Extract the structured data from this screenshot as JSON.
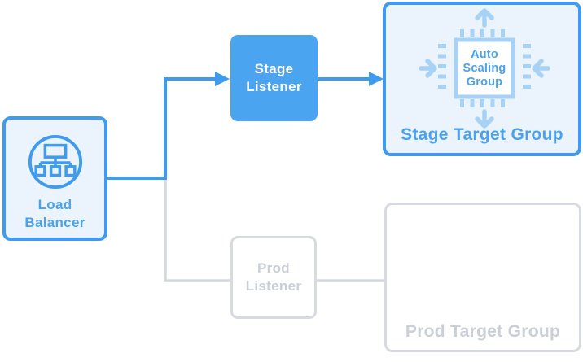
{
  "diagram_type": "load-balancer-routing-architecture",
  "nodes": {
    "load_balancer": {
      "label": "Load Balancer",
      "icon": "network-tree-in-circle",
      "state": "active"
    },
    "stage_listener": {
      "label": "Stage Listener",
      "state": "active"
    },
    "prod_listener": {
      "label": "Prod Listener",
      "state": "inactive"
    },
    "stage_target_group": {
      "label": "Stage Target Group",
      "state": "active",
      "inner": {
        "label": "Auto Scaling Group",
        "icon": "cpu-chip-with-scale-arrows"
      }
    },
    "prod_target_group": {
      "label": "Prod Target Group",
      "state": "inactive"
    }
  },
  "edges": [
    {
      "from": "load-balancer",
      "to": "stage-listener",
      "state": "active",
      "arrowhead": true
    },
    {
      "from": "stage-listener",
      "to": "stage-target-group",
      "state": "active",
      "arrowhead": true
    },
    {
      "from": "load-balancer",
      "to": "prod-listener",
      "state": "inactive",
      "arrowhead": false
    },
    {
      "from": "prod-listener",
      "to": "prod-target-group",
      "state": "inactive",
      "arrowhead": false
    }
  ],
  "colors": {
    "accent_blue": "#3F9BEF",
    "node_fill_blue": "#4AA4F0",
    "text_blue": "#4AA2EE",
    "pale_blue": "#A7D2F5",
    "light_blue_bg": "#EBF4FC",
    "inactive_border": "#D7DAE0",
    "inactive_text": "#C9CED8",
    "inactive_line": "#D4D8DE",
    "background": "#FFFFFF"
  }
}
